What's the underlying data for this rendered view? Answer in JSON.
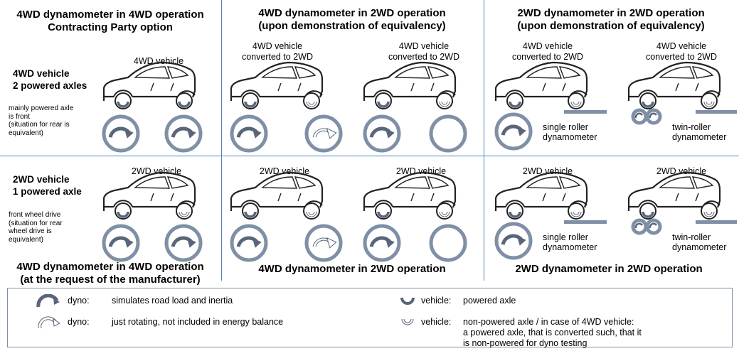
{
  "columns": {
    "col1_top": [
      "4WD dynamometer in 4WD operation",
      "Contracting Party option"
    ],
    "col2_top": [
      "4WD dynamometer in 2WD operation",
      "(upon demonstration of equivalency)"
    ],
    "col3_top": [
      "2WD dynamometer in 2WD operation",
      "(upon demonstration of equivalency)"
    ],
    "col1_bottom": [
      "4WD dynamometer in 4WD operation",
      "(at the request of the manufacturer)"
    ],
    "col2_bottom": "4WD dynamometer in 2WD operation",
    "col3_bottom": "2WD dynamometer in 2WD operation"
  },
  "rows": {
    "row1": {
      "title": [
        "4WD vehicle",
        "2 powered axles"
      ],
      "note": [
        "mainly powered axle",
        "is front",
        "(situation for rear is",
        "equivalent)"
      ]
    },
    "row2": {
      "title": [
        "2WD vehicle",
        "1 powered axle"
      ],
      "note": [
        "front wheel drive",
        "(situation for rear",
        "wheel drive is",
        "equivalent)"
      ]
    }
  },
  "vehicle_labels": {
    "v4wd": "4WD vehicle",
    "conv": [
      "4WD vehicle",
      "converted to 2WD"
    ],
    "v2wd": "2WD vehicle"
  },
  "dyno_labels": {
    "single": [
      "single roller",
      "dynamometer"
    ],
    "twin": [
      "twin-roller",
      "dynamometer"
    ]
  },
  "legend": {
    "items": [
      {
        "prefix": "dyno:",
        "text": [
          "simulates road load and inertia"
        ],
        "icon": "filled-arc-arrow-icon"
      },
      {
        "prefix": "dyno:",
        "text": [
          "just rotating, not included in energy balance"
        ],
        "icon": "outline-arc-arrow-icon"
      },
      {
        "prefix": "vehicle:",
        "text": [
          "powered axle"
        ],
        "icon": "filled-axle-icon"
      },
      {
        "prefix": "vehicle:",
        "text": [
          "non-powered axle / in case of 4WD vehicle:",
          "a powered axle, that is converted such, that it",
          "is non-powered for dyno testing"
        ],
        "icon": "outline-axle-icon"
      }
    ]
  },
  "colors": {
    "roller": "#7f8fa6",
    "arrow": "#59667a",
    "divider": "#4f81bd",
    "car": "#222222"
  }
}
